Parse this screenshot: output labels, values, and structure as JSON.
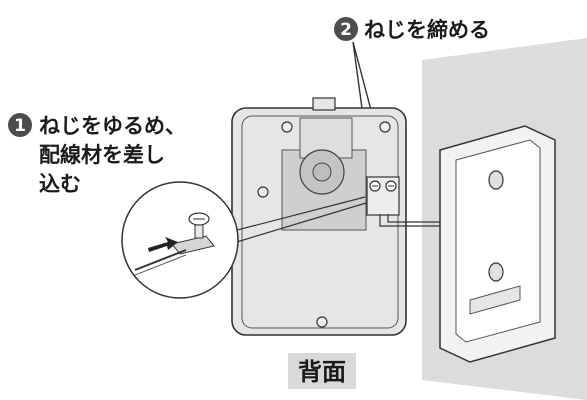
{
  "steps": [
    {
      "number": "1",
      "lines": [
        "ねじをゆるめ、",
        "配線材を差し",
        "込む"
      ]
    },
    {
      "number": "2",
      "lines": [
        "ねじを締める"
      ]
    }
  ],
  "label": "背面",
  "colors": {
    "wall": "#dcdcdc",
    "device_body": "#e6e6e6",
    "device_face": "#d0d0d0",
    "badge": "#4d4d4d",
    "outline": "#333333",
    "label_bg": "#d9d9d9"
  }
}
